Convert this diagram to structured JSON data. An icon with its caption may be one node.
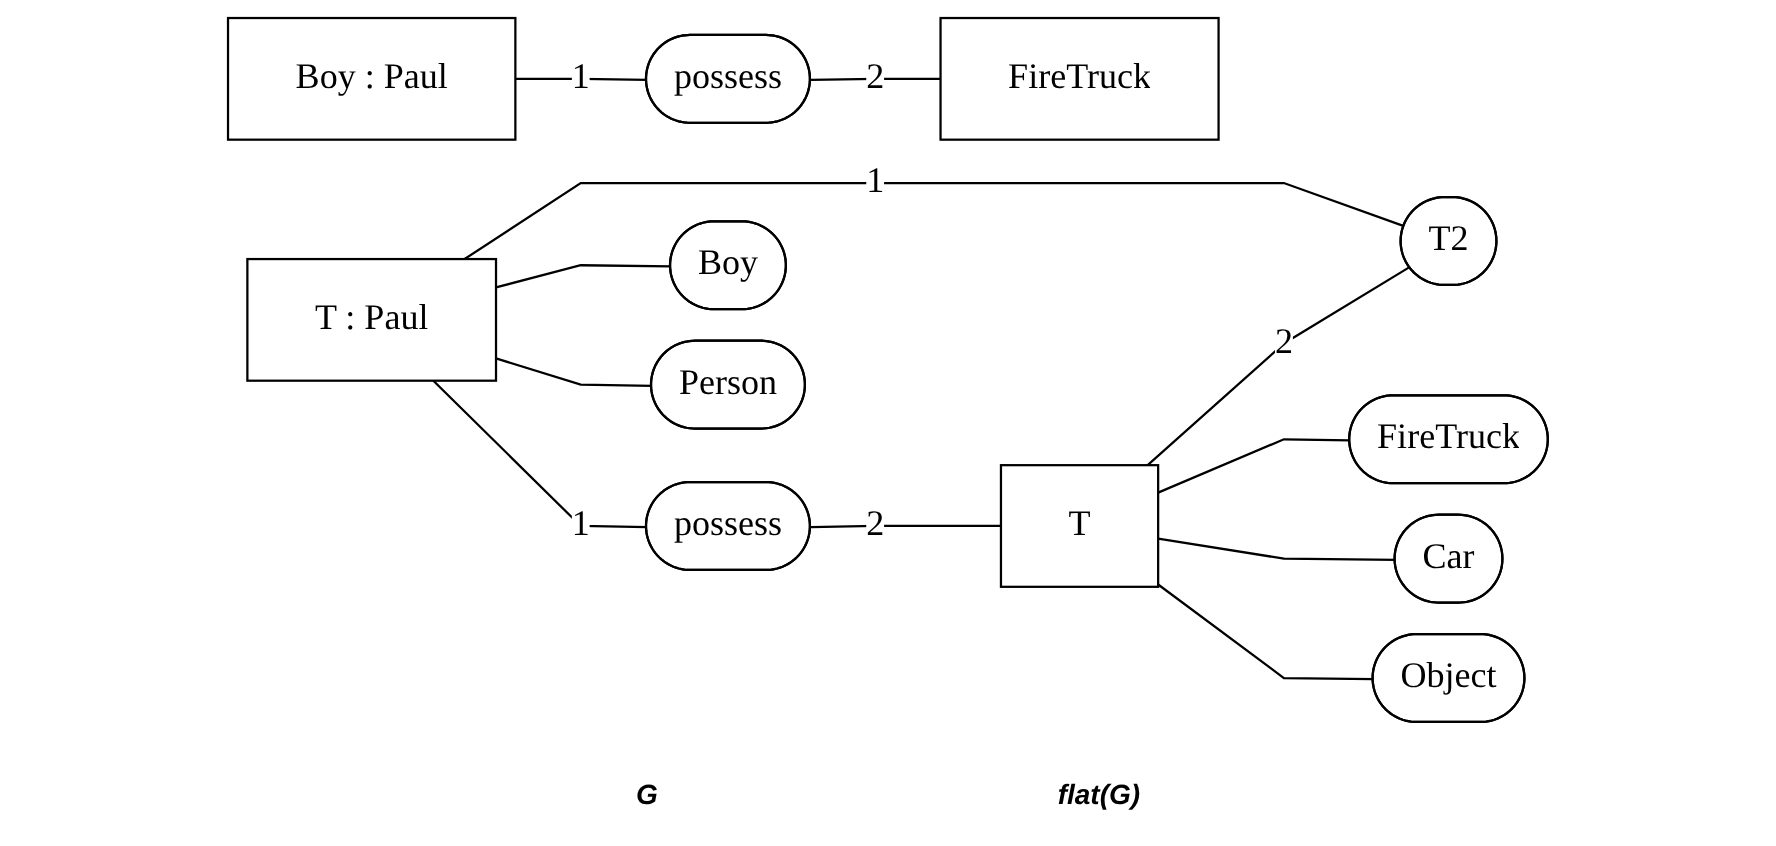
{
  "diagram": {
    "nodes": [
      {
        "text": [
          "Boy : Paul"
        ]
      },
      {
        "text": [
          "possess"
        ]
      },
      {
        "text": [
          "FireTruck"
        ]
      },
      {
        "text": [
          "T : Paul"
        ]
      },
      {
        "text": [
          "possess"
        ]
      },
      {
        "text": [
          "T"
        ]
      },
      {
        "text": [
          "Boy"
        ]
      },
      {
        "text": [
          "Person"
        ]
      },
      {
        "text": [
          "T2"
        ]
      },
      {
        "text": [
          "FireTruck"
        ]
      },
      {
        "text": [
          "Car"
        ]
      },
      {
        "text": [
          "Object"
        ]
      }
    ],
    "edges": [
      {
        "from": 0,
        "to": 1,
        "arrow": "none",
        "label": "1"
      },
      {
        "from": 1,
        "to": 2,
        "arrow": "none",
        "label": "2"
      },
      {
        "from": 3,
        "to": 4,
        "arrow": "none",
        "label": "1"
      },
      {
        "from": 4,
        "to": 5,
        "arrow": "none",
        "label": "2"
      },
      {
        "from": 3,
        "to": 6,
        "arrow": "none"
      },
      {
        "from": 3,
        "to": 7,
        "arrow": "none"
      },
      {
        "from": 3,
        "to": 8,
        "arrow": "none",
        "label": "1"
      },
      {
        "from": 5,
        "to": 8,
        "arrow": "none",
        "label": "2"
      },
      {
        "from": 5,
        "to": 9,
        "arrow": "none"
      },
      {
        "from": 5,
        "to": 10,
        "arrow": "none"
      },
      {
        "from": 5,
        "to": 11,
        "arrow": "none"
      }
    ],
    "labels": [
      "G",
      "flat(G)"
    ]
  }
}
